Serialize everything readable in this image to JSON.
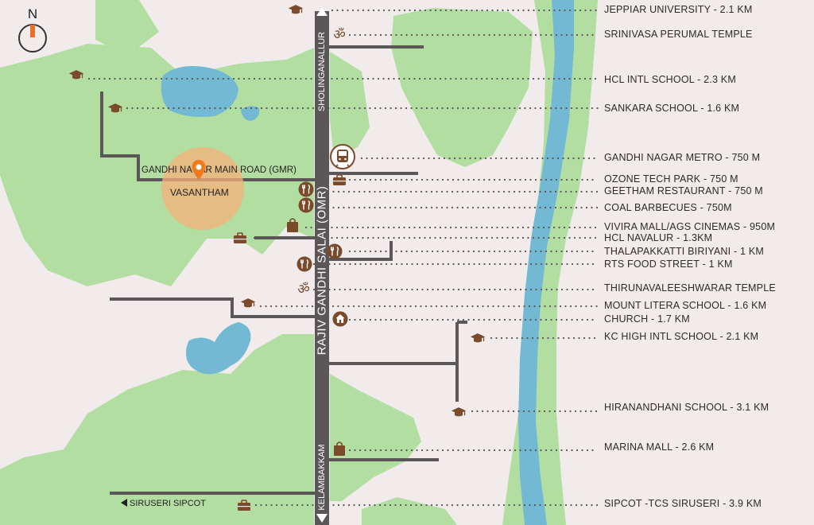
{
  "map": {
    "locations": [
      {
        "id": "jeppiar",
        "label": "JEPPIAR UNIVERSITY - 2.1 KM",
        "icon": "education-icon"
      },
      {
        "id": "srinivasa",
        "label": "SRINIVASA PERUMAL TEMPLE",
        "icon": "temple-om-icon"
      },
      {
        "id": "hcl-school",
        "label": "HCL INTL SCHOOL - 2.3 KM",
        "icon": "education-icon"
      },
      {
        "id": "sankara",
        "label": "SANKARA SCHOOL - 1.6 KM",
        "icon": "education-icon"
      },
      {
        "id": "metro",
        "label": "GANDHI NAGAR METRO - 750 M",
        "icon": "metro-icon"
      },
      {
        "id": "ozone",
        "label": "OZONE TECH PARK - 750 M",
        "icon": "briefcase-icon"
      },
      {
        "id": "geetham",
        "label": "GEETHAM RESTAURANT - 750 M",
        "icon": "restaurant-icon"
      },
      {
        "id": "coal",
        "label": "COAL BARBECUES - 750M",
        "icon": "restaurant-icon"
      },
      {
        "id": "vivira",
        "label": "VIVIRA MALL/AGS CINEMAS - 950M",
        "icon": "shopping-bag-icon"
      },
      {
        "id": "hcl-navalur",
        "label": "HCL NAVALUR - 1.3KM",
        "icon": "briefcase-icon"
      },
      {
        "id": "thalapakkatti",
        "label": "THALAPAKKATTI BIRIYANI - 1 KM",
        "icon": "restaurant-icon"
      },
      {
        "id": "rts",
        "label": "RTS FOOD STREET - 1 KM",
        "icon": "restaurant-icon"
      },
      {
        "id": "thiruvanaleeshwarar",
        "label": "THIRUNAVALEESHWARAR TEMPLE",
        "icon": "temple-om-icon"
      },
      {
        "id": "mount-litera",
        "label": "MOUNT LITERA SCHOOL - 1.6 KM",
        "icon": "education-icon"
      },
      {
        "id": "church",
        "label": "CHURCH - 1.7 KM",
        "icon": "church-icon"
      },
      {
        "id": "kc-high",
        "label": "KC HIGH INTL SCHOOL - 2.1 KM",
        "icon": "education-icon"
      },
      {
        "id": "hiranandhani",
        "label": "HIRANANDHANI SCHOOL - 3.1 KM",
        "icon": "education-icon"
      },
      {
        "id": "marina",
        "label": "MARINA MALL - 2.6 KM",
        "icon": "shopping-bag-icon"
      },
      {
        "id": "sipcot",
        "label": "SIPCOT -TCS SIRUSERI - 3.9 KM",
        "icon": "briefcase-icon"
      }
    ],
    "roads": {
      "omr": "RAJIV GANDHI SALAI (OMR)",
      "north_end": "SHOLINGANALLUR",
      "south_end": "KELAMBAKKAM",
      "gmr": "GANDHI NAGAR MAIN ROAD (GMR)",
      "siruseri": "SIRUSERI SIPCOT"
    },
    "project": "VASANTHAM",
    "north": "N",
    "colors": {
      "land": "#f1ebeb",
      "green": "#a8dc95",
      "water": "#74b9d4",
      "road": "#5b5657",
      "icon": "#7a4a2b",
      "marker": "#f07a1e",
      "highlight": "#f5b07a"
    }
  }
}
